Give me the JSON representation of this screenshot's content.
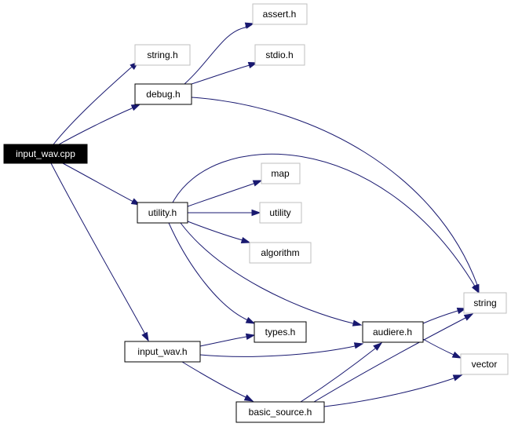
{
  "nodes": {
    "input_wav_cpp": {
      "label": "input_wav.cpp",
      "style": "root"
    },
    "string_h": {
      "label": "string.h",
      "style": "system"
    },
    "debug_h": {
      "label": "debug.h",
      "style": "project"
    },
    "assert_h": {
      "label": "assert.h",
      "style": "system"
    },
    "stdio_h": {
      "label": "stdio.h",
      "style": "system"
    },
    "utility_h": {
      "label": "utility.h",
      "style": "project"
    },
    "map": {
      "label": "map",
      "style": "system"
    },
    "utility": {
      "label": "utility",
      "style": "system"
    },
    "algorithm": {
      "label": "algorithm",
      "style": "system"
    },
    "string": {
      "label": "string",
      "style": "system"
    },
    "types_h": {
      "label": "types.h",
      "style": "project"
    },
    "audiere_h": {
      "label": "audiere.h",
      "style": "project"
    },
    "input_wav_h": {
      "label": "input_wav.h",
      "style": "project"
    },
    "vector": {
      "label": "vector",
      "style": "system"
    },
    "basic_source_h": {
      "label": "basic_source.h",
      "style": "project"
    }
  },
  "edges": [
    {
      "from": "input_wav_cpp",
      "to": "string_h"
    },
    {
      "from": "input_wav_cpp",
      "to": "debug_h"
    },
    {
      "from": "input_wav_cpp",
      "to": "utility_h"
    },
    {
      "from": "input_wav_cpp",
      "to": "input_wav_h"
    },
    {
      "from": "debug_h",
      "to": "assert_h"
    },
    {
      "from": "debug_h",
      "to": "stdio_h"
    },
    {
      "from": "debug_h",
      "to": "string"
    },
    {
      "from": "utility_h",
      "to": "map"
    },
    {
      "from": "utility_h",
      "to": "utility"
    },
    {
      "from": "utility_h",
      "to": "algorithm"
    },
    {
      "from": "utility_h",
      "to": "string"
    },
    {
      "from": "utility_h",
      "to": "types_h"
    },
    {
      "from": "utility_h",
      "to": "audiere_h"
    },
    {
      "from": "input_wav_h",
      "to": "types_h"
    },
    {
      "from": "input_wav_h",
      "to": "audiere_h"
    },
    {
      "from": "input_wav_h",
      "to": "basic_source_h"
    },
    {
      "from": "audiere_h",
      "to": "string"
    },
    {
      "from": "audiere_h",
      "to": "vector"
    },
    {
      "from": "basic_source_h",
      "to": "audiere_h"
    },
    {
      "from": "basic_source_h",
      "to": "string"
    },
    {
      "from": "basic_source_h",
      "to": "vector"
    }
  ],
  "colors": {
    "edge": "#191970",
    "root_fill": "#000000",
    "root_text": "#ffffff",
    "project_border": "#000000",
    "system_border": "#bfbfbf",
    "background": "#ffffff"
  }
}
